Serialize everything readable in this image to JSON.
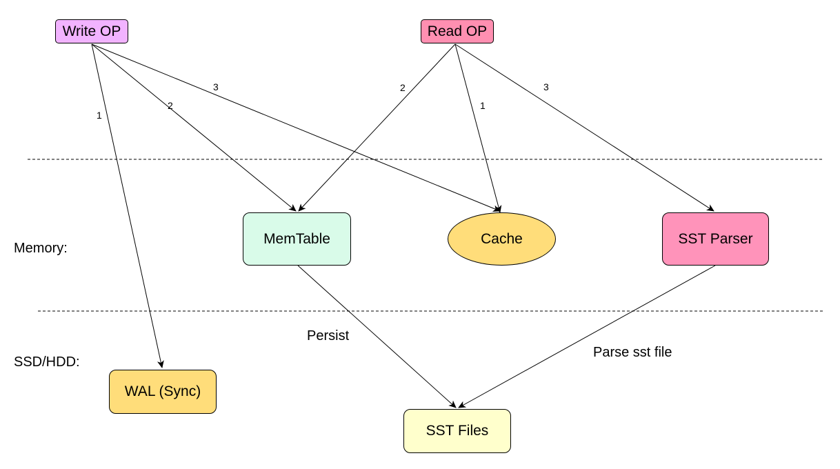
{
  "tiers": {
    "memory": "Memory:",
    "storage": "SSD/HDD:"
  },
  "nodes": {
    "write_op": {
      "label": "Write OP",
      "color": "#f2b3ff"
    },
    "read_op": {
      "label": "Read OP",
      "color": "#ff8fb1"
    },
    "memtable": {
      "label": "MemTable",
      "color": "#d9fbe9"
    },
    "cache": {
      "label": "Cache",
      "color": "#ffdd7a"
    },
    "sst_parser": {
      "label": "SST Parser",
      "color": "#ff93ba"
    },
    "wal": {
      "label": "WAL (Sync)",
      "color": "#ffdd7a"
    },
    "sst_files": {
      "label": "SST Files",
      "color": "#ffffcc"
    }
  },
  "edges": {
    "write_wal": "1",
    "write_memtable": "2",
    "write_cache": "3",
    "read_memtable": "2",
    "read_cache": "1",
    "read_parser": "3",
    "persist": "Persist",
    "parse": "Parse sst file"
  }
}
